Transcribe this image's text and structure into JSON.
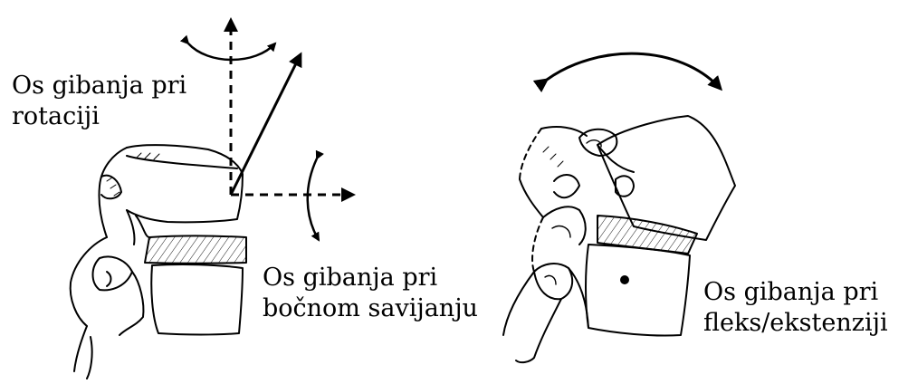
{
  "labels": {
    "rotation": {
      "line1": "Os gibanja pri",
      "line2": "rotaciji"
    },
    "lateral_bending": {
      "line1": "Os gibanja pri",
      "line2": "bočnom savijanju"
    },
    "flex_extension": {
      "line1": "Os gibanja pri",
      "line2": "fleks/ekstenziji"
    }
  },
  "colors": {
    "ink": "#000000",
    "background": "#ffffff"
  }
}
